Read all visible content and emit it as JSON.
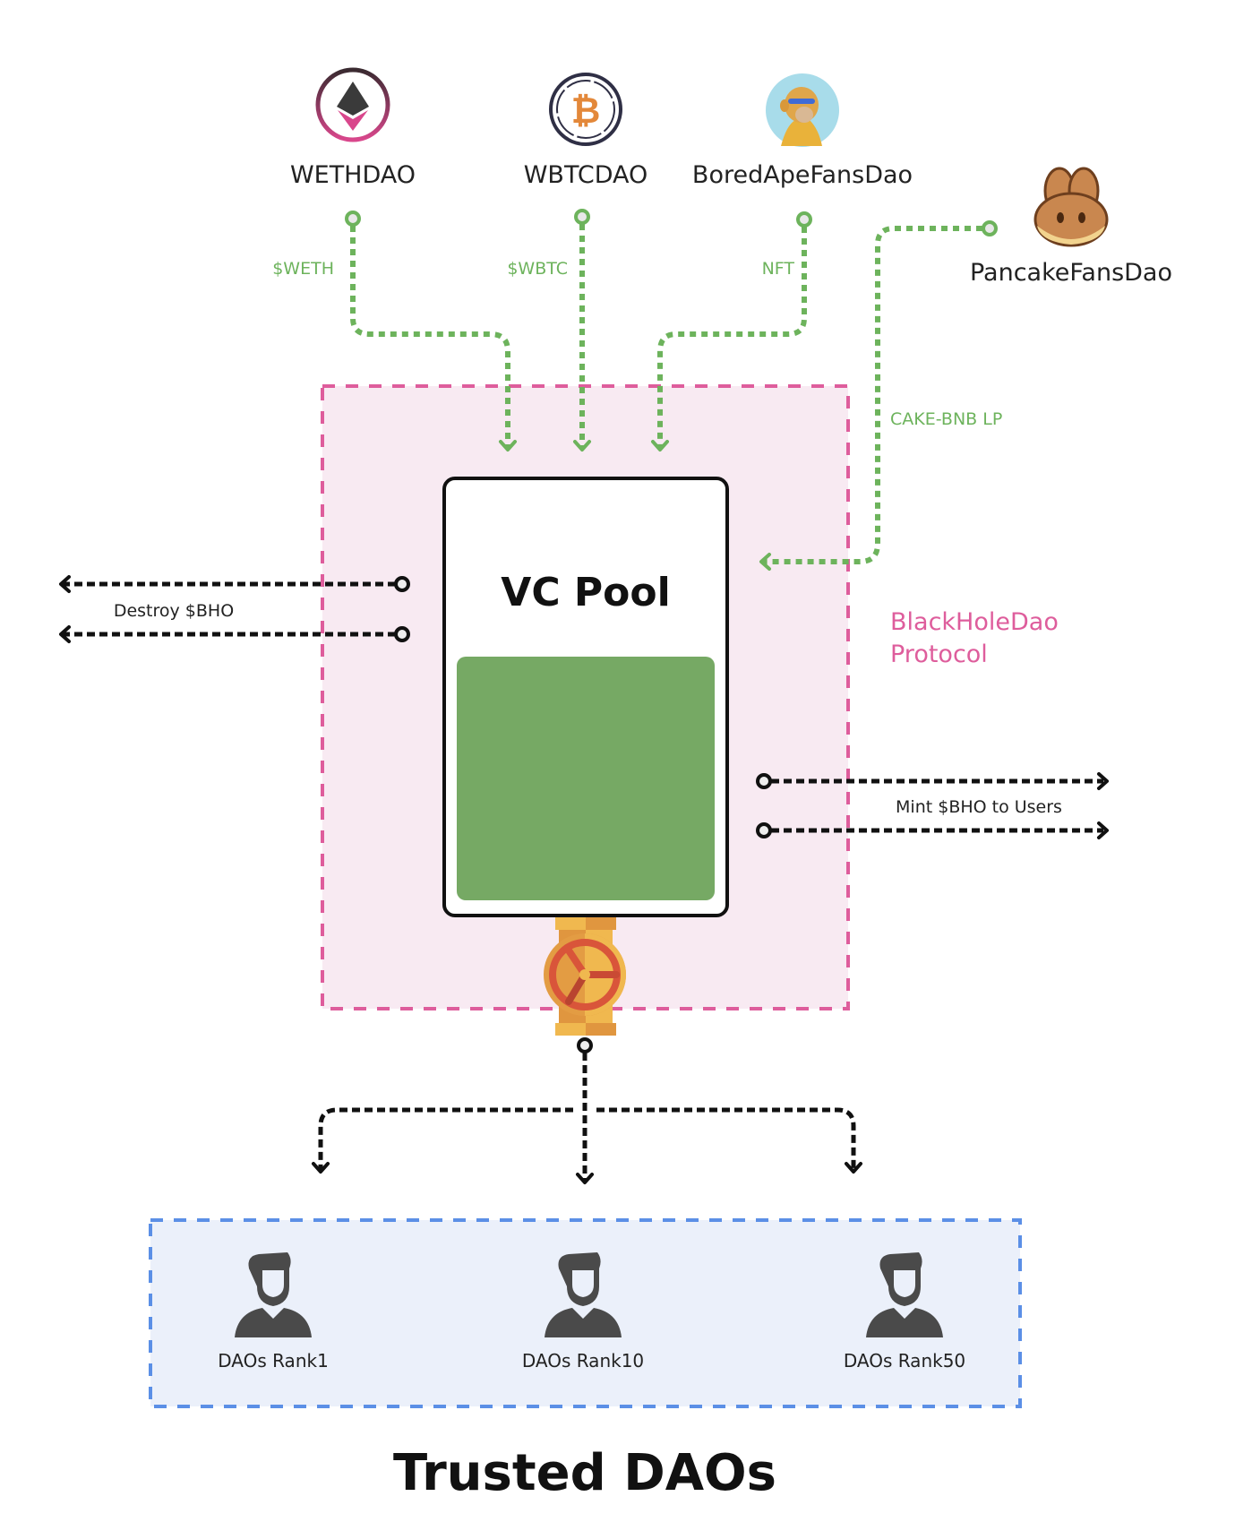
{
  "sources": [
    {
      "name": "WETHDAO",
      "icon": "ethereum-icon",
      "asset": "$WETH"
    },
    {
      "name": "WBTCDAO",
      "icon": "bitcoin-icon",
      "asset": "$WBTC"
    },
    {
      "name": "BoredApeFansDao",
      "icon": "bored-ape-icon",
      "asset": "NFT"
    },
    {
      "name": "PancakeFansDao",
      "icon": "pancake-bunny-icon",
      "asset": "CAKE-BNB LP"
    }
  ],
  "protocol": {
    "label_line1": "BlackHoleDao",
    "label_line2": "Protocol",
    "color": "#de5d9c",
    "fill": "#f8eaf2"
  },
  "pool": {
    "title": "VC Pool",
    "fill_color": "#76a964"
  },
  "outflows": {
    "destroy": "Destroy $BHO",
    "mint": "Mint $BHO to Users"
  },
  "trusted": {
    "title": "Trusted DAOs",
    "border_color": "#5b8fe6",
    "fill": "#ebf0fa",
    "members": [
      {
        "label": "DAOs Rank1"
      },
      {
        "label": "DAOs Rank10"
      },
      {
        "label": "DAOs Rank50"
      }
    ]
  },
  "colors": {
    "flow_green": "#6db35c",
    "flow_black": "#111111"
  }
}
